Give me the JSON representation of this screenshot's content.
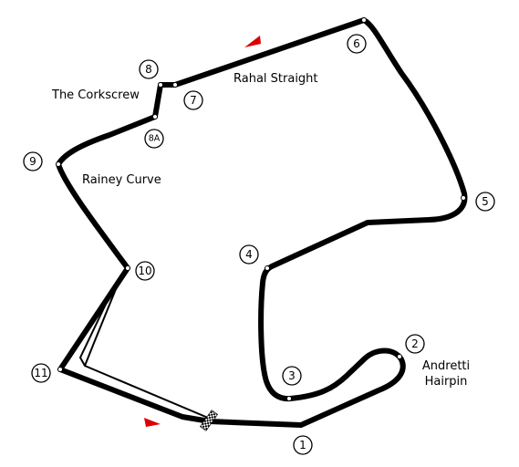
{
  "map": {
    "labels": {
      "rahal_straight": "Rahal Straight",
      "corkscrew": "The Corkscrew",
      "rainey_curve": "Rainey Curve",
      "andretti_hairpin_line1": "Andretti",
      "andretti_hairpin_line2": "Hairpin"
    },
    "turns": [
      "1",
      "2",
      "3",
      "4",
      "5",
      "6",
      "7",
      "8",
      "8A",
      "9",
      "10",
      "11"
    ],
    "colors": {
      "track": "#000000",
      "direction_arrow": "#dd0000",
      "background": "#ffffff"
    },
    "icons": [
      "start-finish-flag-icon",
      "direction-arrow-icon"
    ]
  }
}
